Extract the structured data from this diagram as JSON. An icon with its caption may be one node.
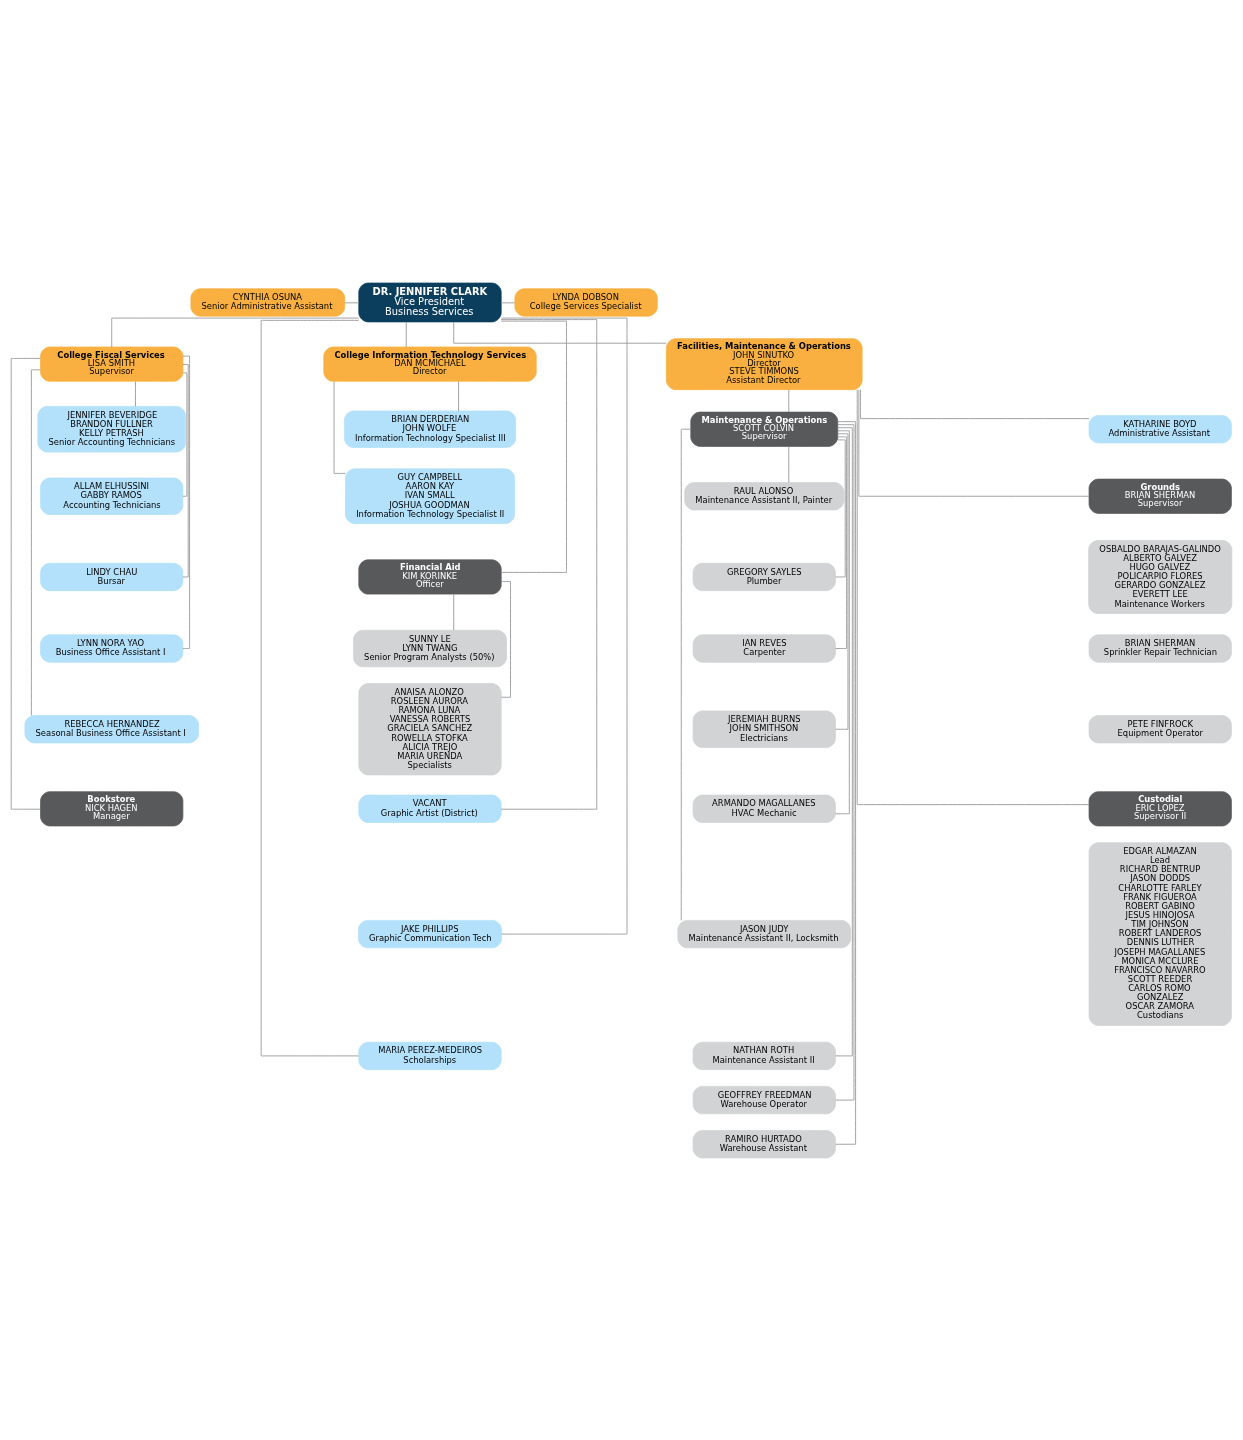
{
  "diagram": {
    "nodes": [
      {
        "text": [
          "DR. JENNIFER CLARK",
          "Vice President",
          "Business Services"
        ]
      },
      {
        "text": [
          "CYNTHIA OSUNA",
          "Senior Administrative Assistant"
        ]
      },
      {
        "text": [
          "LYNDA DOBSON",
          "College Services Specialist"
        ]
      },
      {
        "text": [
          "College Fiscal Services",
          "LISA SMITH",
          "Supervisor"
        ]
      },
      {
        "text": [
          "JENNIFER BEVERIDGE",
          "BRANDON FULLNER",
          "KELLY PETRASH",
          "Senior Accounting Technicians"
        ]
      },
      {
        "text": [
          "ALLAM ELHUSSINI",
          "GABBY RAMOS",
          "Accounting Technicians"
        ]
      },
      {
        "text": [
          "LINDY CHAU",
          "Bursar"
        ]
      },
      {
        "text": [
          "LYNN NORA YAO",
          "Business Office Assistant I"
        ]
      },
      {
        "text": [
          "REBECCA HERNANDEZ",
          "Seasonal Business Office Assistant I"
        ]
      },
      {
        "text": [
          "Bookstore",
          "NICK HAGEN",
          "Manager"
        ]
      },
      {
        "text": [
          "College Information Technology Services",
          "DAN MCMICHAEL",
          "Director"
        ]
      },
      {
        "text": [
          "BRIAN DERDERIAN",
          "JOHN WOLFE",
          "Information Technology Specialist III"
        ]
      },
      {
        "text": [
          "GUY CAMPBELL",
          "AARON KAY",
          "IVAN SMALL",
          "JOSHUA GOODMAN",
          "Information Technology Specialist II"
        ]
      },
      {
        "text": [
          "Financial Aid",
          "KIM KORINKE",
          "Officer"
        ]
      },
      {
        "text": [
          "SUNNY LE",
          "LYNN TWANG",
          "Senior Program Analysts (50%)"
        ]
      },
      {
        "text": [
          "ANAISA ALONZO",
          "ROSLEEN AURORA",
          "RAMONA LUNA",
          "VANESSA ROBERTS",
          "GRACIELA SANCHEZ",
          "ROWELLA STOFKA",
          "ALICIA TREJO",
          "MARIA URENDA",
          "Specialists"
        ]
      },
      {
        "text": [
          "VACANT",
          "Graphic Artist (District)"
        ]
      },
      {
        "text": [
          "JAKE PHILLIPS",
          "Graphic Communication Tech"
        ]
      },
      {
        "text": [
          "MARIA PEREZ-MEDEIROS",
          "Scholarships"
        ]
      },
      {
        "text": [
          "Facilities, Maintenance & Operations",
          "JOHN SINUTKO",
          "Director",
          "STEVE TIMMONS",
          "Assistant Director"
        ]
      },
      {
        "text": [
          "Maintenance & Operations",
          "SCOTT COLVIN",
          "Supervisor"
        ]
      },
      {
        "text": [
          "RAUL ALONSO",
          "Maintenance Assistant II, Painter"
        ]
      },
      {
        "text": [
          "GREGORY SAYLES",
          "Plumber"
        ]
      },
      {
        "text": [
          "IAN REVES",
          "Carpenter"
        ]
      },
      {
        "text": [
          "JEREMIAH BURNS",
          "JOHN SMITHSON",
          "Electricians"
        ]
      },
      {
        "text": [
          "ARMANDO MAGALLANES",
          "HVAC Mechanic"
        ]
      },
      {
        "text": [
          "JASON JUDY",
          "Maintenance Assistant II, Locksmith"
        ]
      },
      {
        "text": [
          "NATHAN ROTH",
          "Maintenance Assistant II"
        ]
      },
      {
        "text": [
          "GEOFFREY FREEDMAN",
          "Warehouse Operator"
        ]
      },
      {
        "text": [
          "RAMIRO HURTADO",
          "Warehouse Assistant"
        ]
      },
      {
        "text": [
          "KATHARINE BOYD",
          "Administrative Assistant"
        ]
      },
      {
        "text": [
          "Grounds",
          "BRIAN SHERMAN",
          "Supervisor"
        ]
      },
      {
        "text": [
          "OSBALDO BARAJAS-GALINDO",
          "ALBERTO GALVEZ",
          "HUGO GALVEZ",
          "POLICARPIO FLORES",
          "GERARDO GONZALEZ",
          "EVERETT LEE",
          "Maintenance Workers"
        ]
      },
      {
        "text": [
          "BRIAN SHERMAN",
          "Sprinkler Repair Technician"
        ]
      },
      {
        "text": [
          "PETE FINFROCK",
          "Equipment Operator"
        ]
      },
      {
        "text": [
          "Custodial",
          "ERIC LOPEZ",
          "Supervisor II"
        ]
      },
      {
        "text": [
          "EDGAR ALMAZAN",
          "Lead",
          "RICHARD BENTRUP",
          "JASON DODDS",
          "CHARLOTTE FARLEY",
          "FRANK FIGUEROA",
          "ROBERT GABINO",
          "JESUS HINOJOSA",
          "TIM JOHNSON",
          "ROBERT LANDEROS",
          "DENNIS LUTHER",
          "JOSEPH MAGALLANES",
          "MONICA MCCLURE",
          "FRANCISCO NAVARRO",
          "SCOTT REEDER",
          "CARLOS ROMO",
          "GONZALEZ",
          "OSCAR ZAMORA",
          "Custodians"
        ]
      }
    ],
    "edges": [
      {
        "from": 1,
        "to": 0,
        "arrow": "none"
      },
      {
        "from": 0,
        "to": 2,
        "arrow": "none"
      },
      {
        "from": 0,
        "to": 3,
        "arrow": "none"
      },
      {
        "from": 0,
        "to": 10,
        "arrow": "none"
      },
      {
        "from": 0,
        "to": 13,
        "arrow": "none"
      },
      {
        "from": 0,
        "to": 16,
        "arrow": "none"
      },
      {
        "from": 0,
        "to": 17,
        "arrow": "none"
      },
      {
        "from": 0,
        "to": 18,
        "arrow": "none"
      },
      {
        "from": 0,
        "to": 19,
        "arrow": "none"
      },
      {
        "from": 3,
        "to": 4,
        "arrow": "none"
      },
      {
        "from": 3,
        "to": 5,
        "arrow": "none"
      },
      {
        "from": 3,
        "to": 6,
        "arrow": "none"
      },
      {
        "from": 3,
        "to": 7,
        "arrow": "none"
      },
      {
        "from": 3,
        "to": 8,
        "arrow": "none"
      },
      {
        "from": 3,
        "to": 9,
        "arrow": "none"
      },
      {
        "from": 10,
        "to": 11,
        "arrow": "none"
      },
      {
        "from": 10,
        "to": 12,
        "arrow": "none"
      },
      {
        "from": 13,
        "to": 14,
        "arrow": "none"
      },
      {
        "from": 13,
        "to": 15,
        "arrow": "none"
      },
      {
        "from": 19,
        "to": 30,
        "arrow": "none"
      },
      {
        "from": 19,
        "to": 31,
        "arrow": "none"
      },
      {
        "from": 19,
        "to": 35,
        "arrow": "none"
      },
      {
        "from": 19,
        "to": 20,
        "arrow": "none"
      },
      {
        "from": 20,
        "to": 21,
        "arrow": "none"
      },
      {
        "from": 20,
        "to": 22,
        "arrow": "none"
      },
      {
        "from": 20,
        "to": 23,
        "arrow": "none"
      },
      {
        "from": 20,
        "to": 24,
        "arrow": "none"
      },
      {
        "from": 20,
        "to": 25,
        "arrow": "none"
      },
      {
        "from": 20,
        "to": 26,
        "arrow": "none"
      },
      {
        "from": 20,
        "to": 27,
        "arrow": "none"
      },
      {
        "from": 20,
        "to": 28,
        "arrow": "none"
      },
      {
        "from": 20,
        "to": 29,
        "arrow": "none"
      }
    ]
  }
}
